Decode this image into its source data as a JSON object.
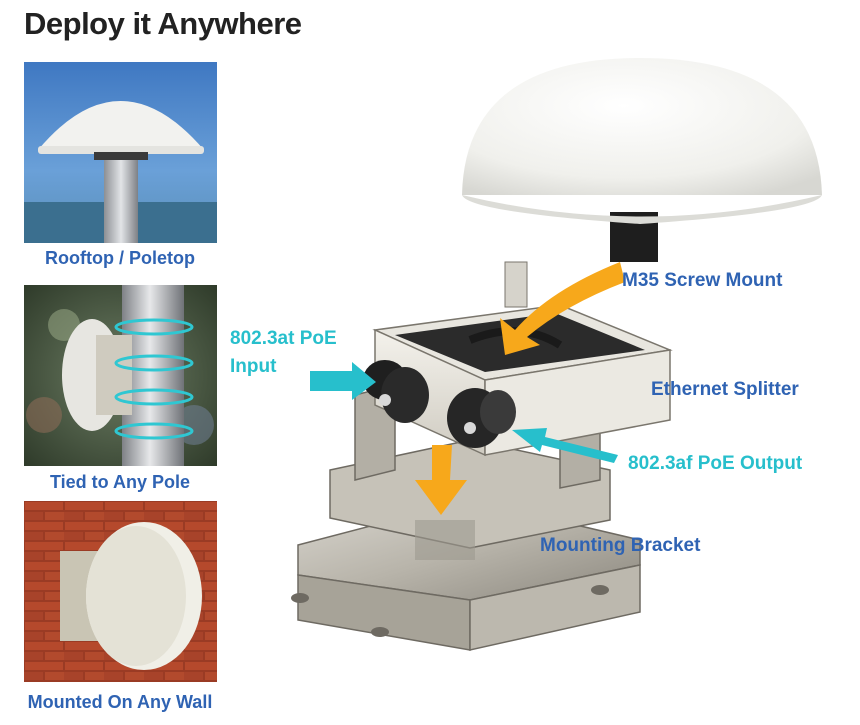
{
  "title": "Deploy it Anywhere",
  "panels": [
    {
      "caption": "Rooftop / Poletop"
    },
    {
      "caption": "Tied to Any Pole"
    },
    {
      "caption": "Mounted On Any Wall"
    }
  ],
  "callouts": {
    "screw_mount": "M35 Screw Mount",
    "poe_input_line1": "802.3at PoE",
    "poe_input_line2": "Input",
    "ethernet_splitter": "Ethernet Splitter",
    "poe_output": "802.3af PoE Output",
    "mounting_bracket": "Mounting Bracket"
  },
  "colors": {
    "caption_blue": "#2f63b3",
    "poe_cyan": "#27bfcc",
    "arrow_orange": "#f7a81b"
  }
}
